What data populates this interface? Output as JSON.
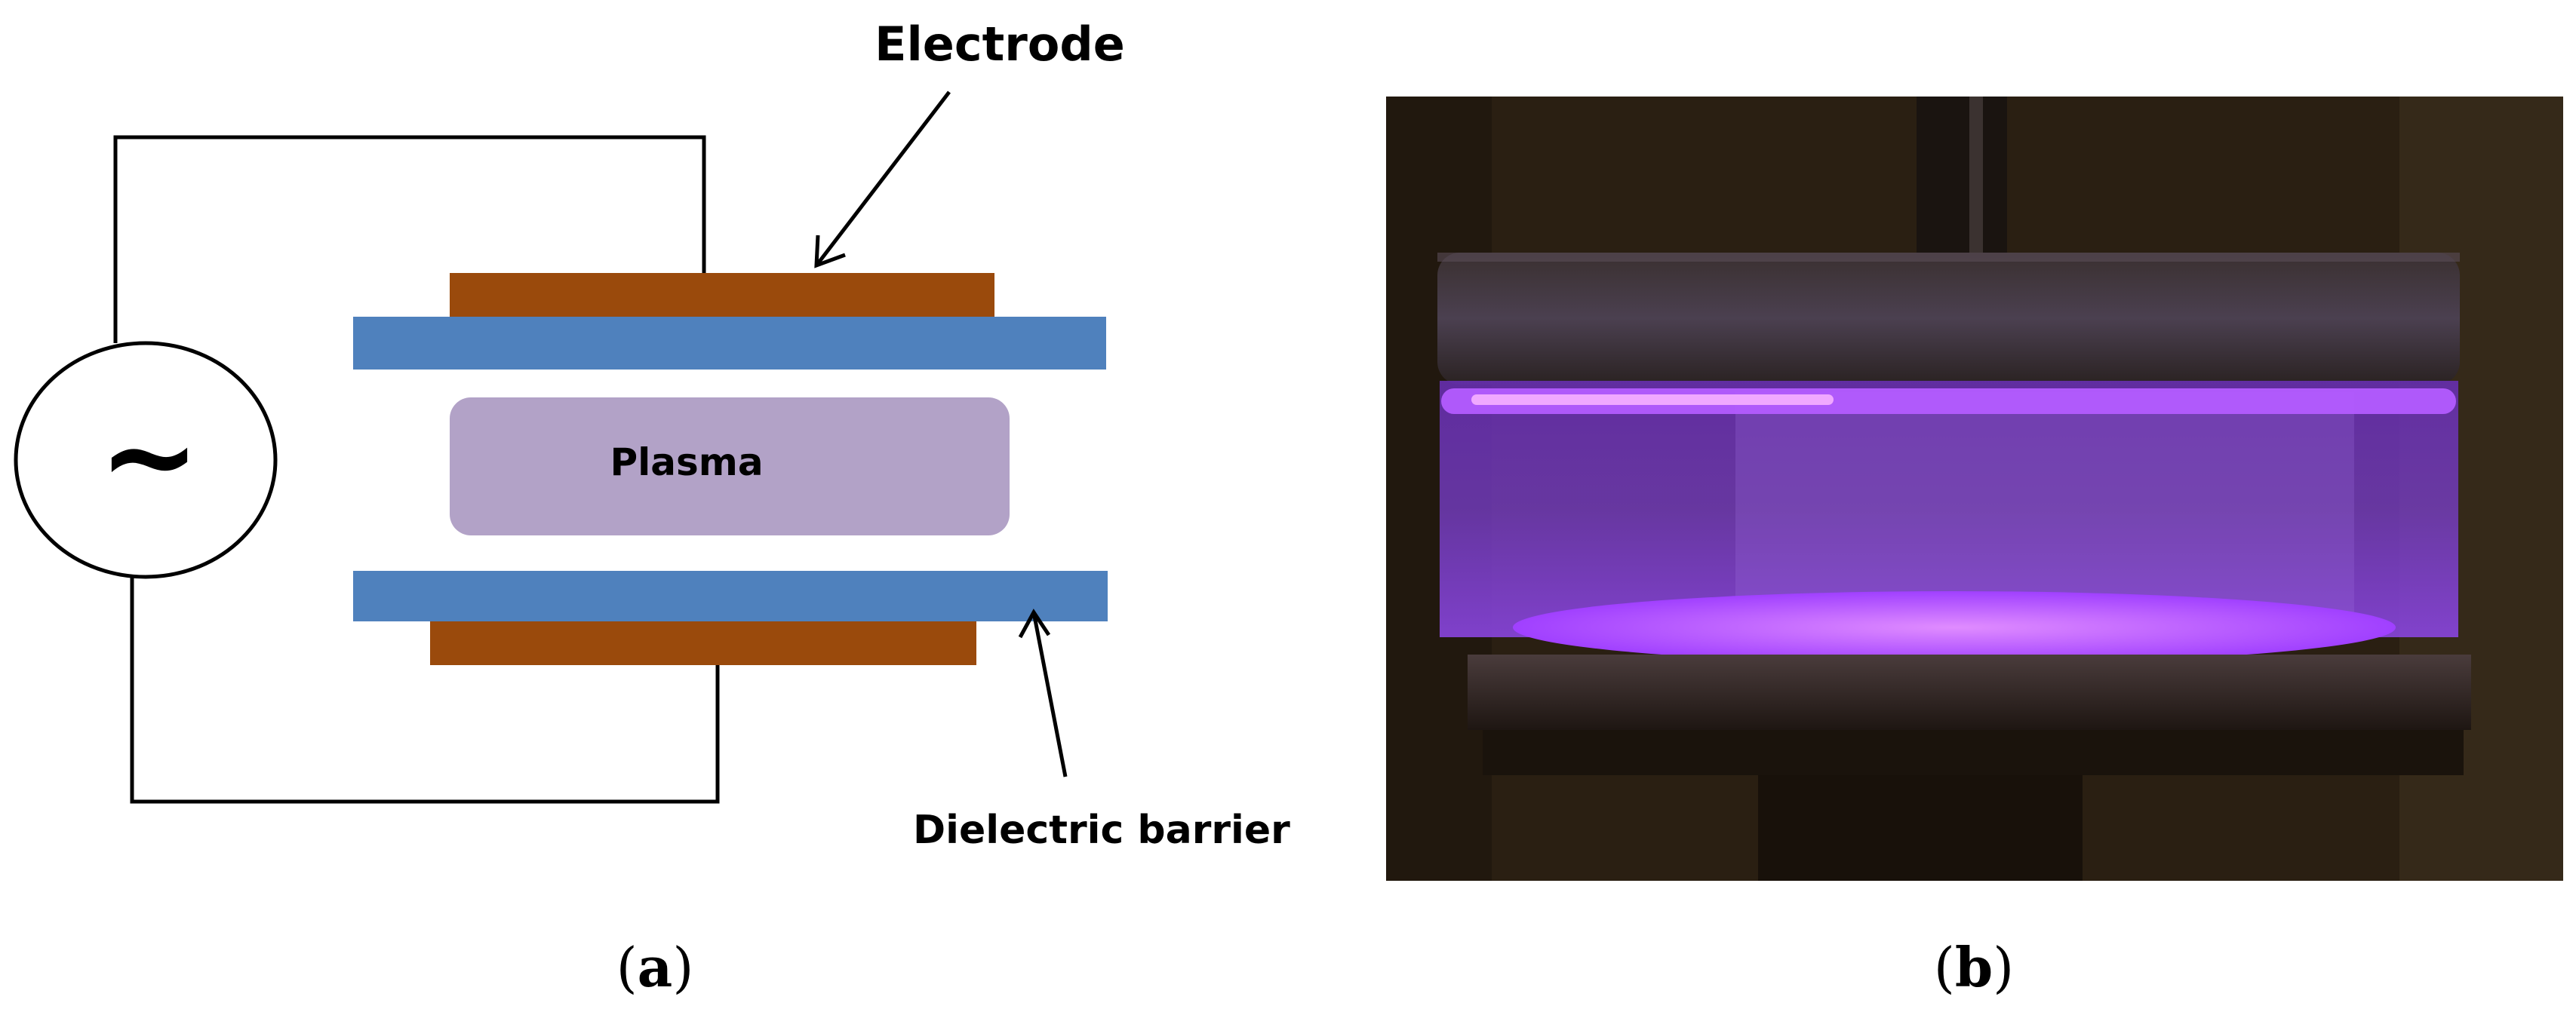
{
  "panel_a": {
    "label_electrode": "Electrode",
    "label_plasma": "Plasma",
    "label_dielectric": "Dielectric barrier",
    "source_symbol": "~",
    "caption_open": "(",
    "caption_letter": "a",
    "caption_close": ")",
    "colors": {
      "electrode": "#9a4a0c",
      "dielectric": "#4f81bd",
      "plasma": "#b2a2c7",
      "wire": "#000000"
    }
  },
  "panel_b": {
    "caption_open": "(",
    "caption_letter": "b",
    "caption_close": ")",
    "colors": {
      "background": "#2a1f12",
      "glow": "#a64dff",
      "glow_bright": "#d98cff"
    }
  }
}
